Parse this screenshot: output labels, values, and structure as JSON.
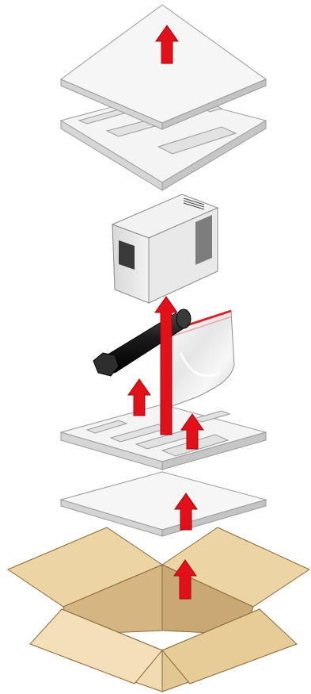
{
  "diagram": {
    "type": "exploded-unpacking-illustration",
    "colors": {
      "arrow": "#e3101a",
      "arrow_dark": "#9d0b10",
      "foam": "#f4f4f4",
      "foam_edge": "#c6c6c6",
      "foam_side": "#dadada",
      "box_light": "#f3dfb5",
      "box_mid": "#e2c68f",
      "box_dark": "#ceb07a",
      "box_inner": "#d9bb8a",
      "cartridge": "#1b1b1b",
      "drum_unit": "#e7e7e7",
      "bag_stripe": "#d6252c"
    },
    "layers": [
      {
        "id": "top-cover",
        "icon": "foam-sheet"
      },
      {
        "id": "top-foam-tray",
        "icon": "foam-tray"
      },
      {
        "id": "drum-unit",
        "icon": "boxed-unit"
      },
      {
        "id": "toner-cartridge",
        "icon": "black-cylinder"
      },
      {
        "id": "plastic-bag",
        "icon": "resealable-bag"
      },
      {
        "id": "bottom-foam-tray",
        "icon": "foam-tray"
      },
      {
        "id": "bottom-sheet",
        "icon": "foam-sheet"
      },
      {
        "id": "shipping-box",
        "icon": "open-cardboard-box"
      }
    ],
    "arrows": [
      {
        "id": "arrow-top-cover",
        "direction": "up"
      },
      {
        "id": "arrow-drum-unit",
        "direction": "up"
      },
      {
        "id": "arrow-cartridge",
        "direction": "up"
      },
      {
        "id": "arrow-bag",
        "direction": "up"
      },
      {
        "id": "arrow-bottom-tray",
        "direction": "up"
      },
      {
        "id": "arrow-bottom-sheet",
        "direction": "up"
      }
    ]
  }
}
